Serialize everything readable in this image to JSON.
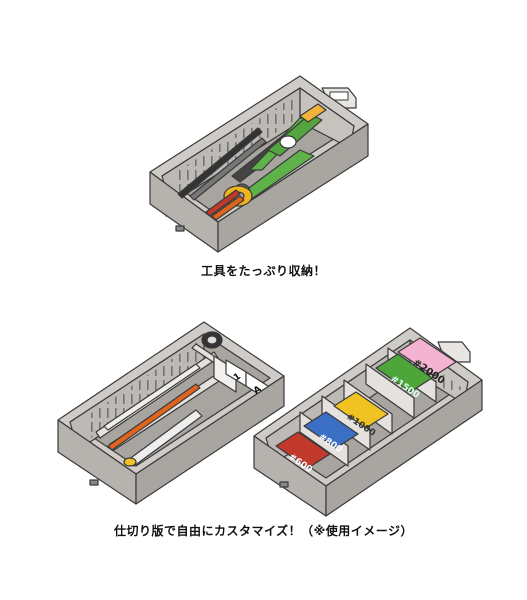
{
  "captions": {
    "top": "工具をたっぷり収納！",
    "bottom": "仕切り版で自由にカスタマイズ！（※使用イメージ）"
  },
  "grit_labels": [
    "#2000",
    "#1500",
    "#1000",
    "#800",
    "#600"
  ],
  "divider_letters": [
    "1",
    "A"
  ],
  "colors": {
    "box_body": "#b6b2ae",
    "box_floor": "#a8a4a0",
    "box_rim": "#cfcbc7",
    "outline": "#3a3a3a",
    "pink": "#f4b3d0",
    "green": "#4ea63b",
    "yellow": "#f0c323",
    "blue": "#3a6fc4",
    "red": "#c0392b",
    "orange_tool": "#e0641e"
  }
}
